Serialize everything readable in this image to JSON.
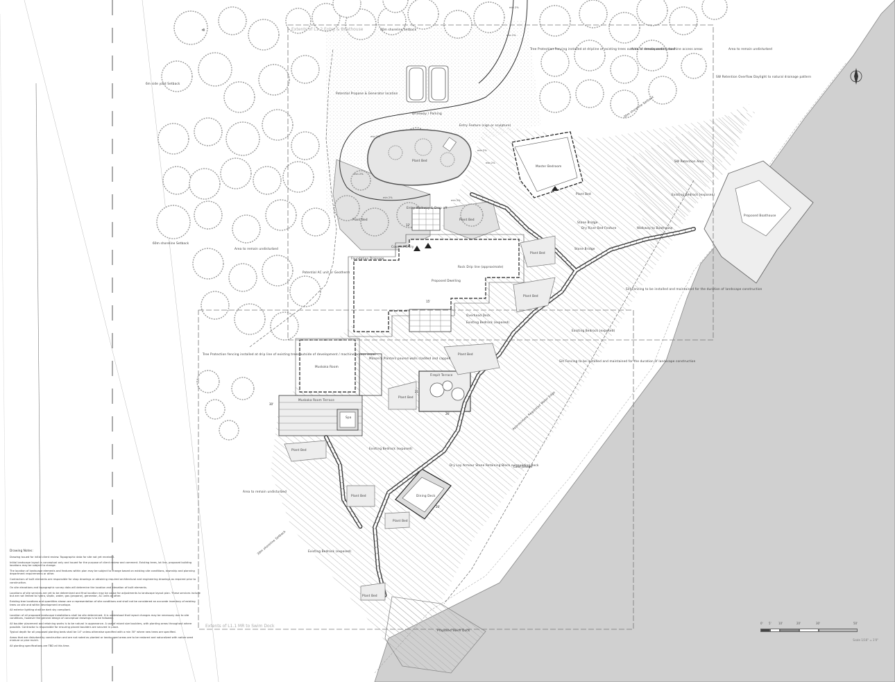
{
  "colors": {
    "lake": "#d0d0d0",
    "tree": "#999999",
    "ink": "#333333",
    "bed": "#e9e9e9"
  },
  "extents": {
    "entry": "Extents of L1.2 Entry & Boathouse",
    "swim": "Extents of L1.1 MR to Swim Dock"
  },
  "labels": {
    "shoreline_setback_top": "30m shoreline Setback",
    "side_yard": "6m side yard Setback",
    "road_setback": "60m shoreline Setback",
    "area_remain_1": "Area to remain undisturbed",
    "area_remain_2": "Area to remain undisturbed",
    "area_remain_3": "Area to remain undisturbed",
    "propane": "Potential Propane & Generator location",
    "driveway": "Driveway / Parking",
    "entry_feature": "Entry Feature (sign or sculpture)",
    "plant_bed": "Plant Bed",
    "tree_fence": "Tree Protection Fencing installed at dripline of existing trees outside of development / machine access areas",
    "tree_fence_2": "Tree Protection fencing installed at drip line of existing trees outside of development / machine access areas",
    "sw_overflow": "SW Retention Overflow Daylight to natural drainage pattern",
    "master_bedroom": "Master Bedroom",
    "sw_retention": "SW Retention Area",
    "existing_bedrock": "Existing Bedrock (exposed)",
    "proposed_boathouse": "Proposed Boathouse",
    "stone_bridge": "Stone Bridge",
    "dry_river": "Dry River Bed Feature",
    "walkway_boathouse": "Walkway to Boathouse",
    "entry_walkway": "Entry Walkway & Drop off",
    "covered_entry": "Covered Entry",
    "foundation_drainage": "Foundation Drainage",
    "potential_ac": "Potential AC unit or Geotherm",
    "rock_line": "Rock Drip line (approximate)",
    "dwelling": "Proposed Dwelling",
    "silt_fencing": "Silt Fencing to be installed and maintained for the duration of landscape construction",
    "silt_fencing_2": "Silt Fencing to be installed and maintained for the duration of landscape construction",
    "overhead_deck": "Overhead Deck",
    "muskoka_room": "Muskoka Room",
    "masonry_planters": "Masonry Planters poured walls cladded and capped",
    "firepit_terrace": "Firepit Terrace",
    "muskoka_terrace": "Muskoka Room Terrace",
    "spa": "Spa",
    "dry_lay": "Dry Lay Armour Stone Retaining Block surrounding deck",
    "lake": "Lake Joseph",
    "dining_deck": "Dining Deck",
    "high_water": "Approximate Regulated Water Edge",
    "swim_dock": "Proposed Swim Dock",
    "setback_30": "30m shoreline Setback",
    "min2_a": "min 2%",
    "min2_b": "min 2%",
    "min2_c": "min 2%",
    "min2_d": "min 2%",
    "min2_e": "min 2%",
    "min2_f": "min 2%",
    "min2_g": "min 2%",
    "min2_h": "min 2%"
  },
  "dims": {
    "d12": "12'",
    "d15": "15'",
    "d21": "21'",
    "d26": "26'",
    "d30": "30'",
    "d20": "20'"
  },
  "notes": {
    "title": "Drawing Notes:",
    "items": [
      "Drawing issued for initial client review. Topographic data for site not yet received.",
      "Initial landscape layout is conceptual only and issued for the purpose of client review and comment. Existing trees, lot line, proposed building locations may be subject to change.",
      "The location of landscape elements and features within plan may be subject to change based on existing site conditions, township and planning department requirements or other.",
      "Contractors of built elements are responsible for shop drawings or obtaining required architectural and engineering drawings as required prior to construction.",
      "On site elevations and topographic survey data will determine the location and elevation of built elements.",
      "Locations of site services are yet to be determined and final location may be cause for adjustments to landscape layout plan. These services include but are not limited to hydro, septic, water, gas (propane), generator, AC units or other.",
      "Existing tree locations and quantities shown are a representation of site conditions and shall not be considered an accurate inventory of existing trees on site and within development envelope.",
      "All exterior lighting shall be dark sky compliant.",
      "Location of all proposed landscape installations shall be site determined. It is understood that layout changes may be necessary due to site conditions, however the general design of conceptual drawings is to be followed.",
      "All boulder placement and retaining works is to be natural in appearance. A use of mixed size boulders, with planting areas throughout where possible. Contractor is responsible for ensuring placed boulders are secured in place.",
      "Typical depth for all proposed planting beds shall be 14\" unless otherwise specified with a min 30\" where new trees are specified.",
      "Areas that are disturbed by construction and are not noted as planted or landscaped areas are to be restored and naturalized with native seed mixture or pine mulch.",
      "All planting specifications are TBD at this time."
    ]
  },
  "scale": {
    "ticks": [
      "0'",
      "5'",
      "10'",
      "20'",
      "30'",
      "50'"
    ],
    "caption": "Scale 1/16\" = 1'0\""
  },
  "north": "N"
}
